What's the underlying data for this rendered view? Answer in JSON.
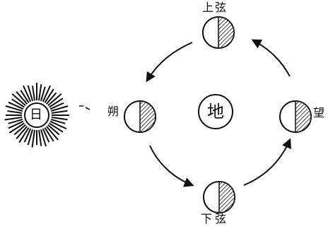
{
  "sun": {
    "label": "日"
  },
  "earth": {
    "label": "地"
  },
  "phases": {
    "first_quarter": "上弦",
    "new_moon": "朔",
    "full_moon": "望",
    "last_quarter": "下弦"
  },
  "colors": {
    "ink": "#111111",
    "paper": "#ffffff"
  }
}
